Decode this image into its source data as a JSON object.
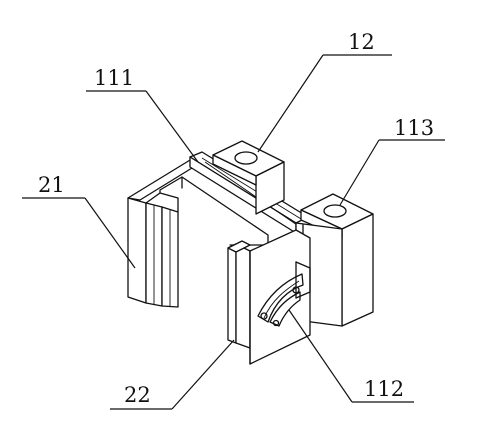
{
  "figure": {
    "background_color": "#ffffff",
    "line_color": "#111111",
    "labels": {
      "label_12": "12",
      "label_111": "111",
      "label_113": "113",
      "label_21": "21",
      "label_22": "22",
      "label_112": "112"
    }
  }
}
